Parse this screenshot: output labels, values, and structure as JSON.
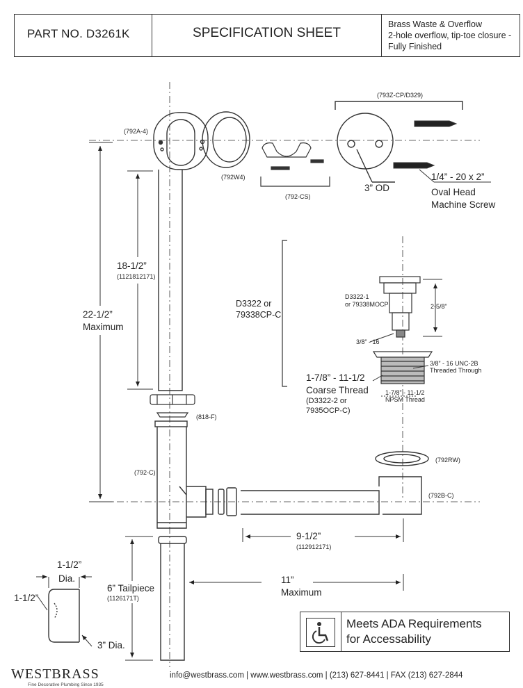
{
  "header": {
    "part_no": "PART NO.   D3261K",
    "title": "SPECIFICATION SHEET",
    "desc_1": "Brass Waste & Overflow",
    "desc_2": "2-hole overflow, tip-toe closure -",
    "desc_3": "Fully Finished"
  },
  "labels": {
    "p792a4": "(792A-4)",
    "p792w4": "(792W4)",
    "p792cs": "(792-CS)",
    "p793z": "(793Z-CP/D329)",
    "od3": "3” OD",
    "screw_1": "1/4” - 20 x 2”",
    "screw_2": "Oval Head",
    "screw_3": "Machine Screw",
    "d3322_1": "D3322 or",
    "d3322_2": "79338CP-C",
    "d3322_sub_1": "D3322-1",
    "d3322_sub_2": "or 79338MOCP",
    "dim_258": "2-5/8”",
    "thread_38": "3/8” - 16",
    "unc_1": "3/8” - 16 UNC-2B",
    "unc_2": "Threaded Through",
    "coarse_1": "1-7/8” - 11-1/2",
    "coarse_2": "Coarse Thread",
    "coarse_3": "(D3322-2 or",
    "coarse_4": "7935OCP-C)",
    "npsm_1": "1-7/8” - 11-1/2",
    "npsm_2": "NPSM Thread",
    "dim_1812": "18-1/2”",
    "dim_1812_sub": "(1121812171)",
    "dim_2212": "22-1/2”",
    "dim_2212_sub": "Maximum",
    "p818f": "(818-F)",
    "p792c": "(792-C)",
    "p792rw": "(792RW)",
    "p792bc": "(792B-C)",
    "dim_912": "9-1/2”",
    "dim_912_sub": "(112912171)",
    "dim_11": "11”",
    "dim_11_sub": "Maximum",
    "tail_1": "6” Tailpiece",
    "tail_2": "(1126171T)",
    "dia_112": "1-1/2”",
    "dia_lbl": "Dia.",
    "side_112": "1-1/2”",
    "dia_3": "3” Dia."
  },
  "ada": {
    "line_1": "Meets  ADA Requirements",
    "line_2": "for Accessability"
  },
  "brand": {
    "name": "WESTBRASS",
    "tagline": "Fine Decorative Plumbing Since 1935"
  },
  "footer": {
    "contact": "info@westbrass.com  |  www.westbrass.com   |   (213) 627-8441   |   FAX (213) 627-2844"
  }
}
